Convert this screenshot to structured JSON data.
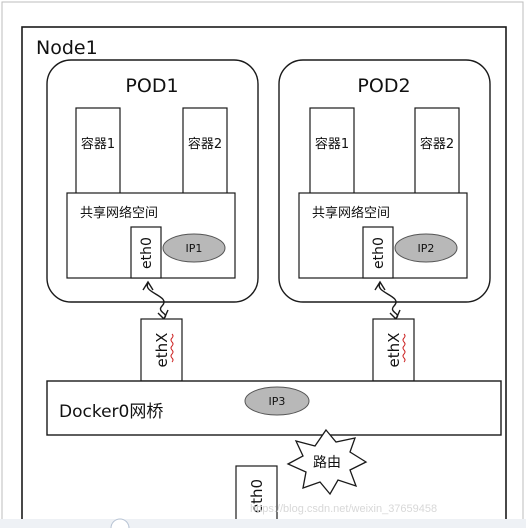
{
  "node": {
    "label": "Node1"
  },
  "pods": [
    {
      "label": "POD1",
      "containers": [
        "容器1",
        "容器2"
      ],
      "netns_label": "共享网络空间",
      "iface": "eth0",
      "ip": "IP1"
    },
    {
      "label": "POD2",
      "containers": [
        "容器1",
        "容器2"
      ],
      "netns_label": "共享网络空间",
      "iface": "eth0",
      "ip": "IP2"
    }
  ],
  "veth": [
    {
      "label": "ethX"
    },
    {
      "label": "ethX"
    }
  ],
  "bridge": {
    "label": "Docker0网桥",
    "ip": "IP3"
  },
  "router": {
    "label": "路由"
  },
  "host_iface": {
    "label": "eth0"
  },
  "watermark": "https://blog.csdn.net/weixin_37659458",
  "colors": {
    "ip_ellipse": "#b8b8b8",
    "link_red": "#cc2222",
    "stroke": "#1a1a1a"
  }
}
